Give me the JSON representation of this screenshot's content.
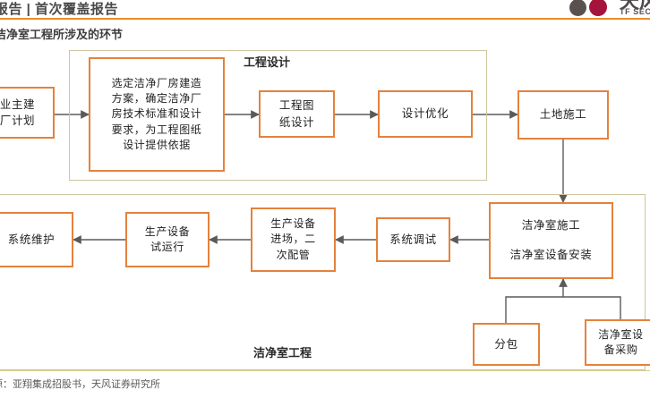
{
  "header": {
    "breadcrumb": "报告 | 首次覆盖报告",
    "figure_caption": "洁净室工程所涉及的环节",
    "rule_color": "#ED8B2B"
  },
  "brand": {
    "name_cn": "天风",
    "name_en": "TF SECURITIES",
    "logo_icon": "tf-securities-logo-icon",
    "colors": {
      "orange": "#F08A1C",
      "maroon": "#A5143C",
      "gray": "#59514E"
    }
  },
  "diagram": {
    "type": "flowchart",
    "groups": [
      {
        "id": "engineering-design",
        "label": "工程设计"
      },
      {
        "id": "cleanroom-engineering",
        "label": "洁净室工程"
      }
    ],
    "node_border_color": "#E4823C",
    "group_border_color": "#CFC5A0",
    "nodes": [
      {
        "id": "owner-plan",
        "label": "业主建\n厂计划"
      },
      {
        "id": "select-scheme",
        "label": "选定洁净厂房建造\n方案，确定洁净厂\n房技术标准和设计\n要求，为工程图纸\n设计提供依据"
      },
      {
        "id": "drawing-design",
        "label": "工程图\n纸设计"
      },
      {
        "id": "design-optimization",
        "label": "设计优化"
      },
      {
        "id": "land-construction",
        "label": "土地施工"
      },
      {
        "id": "cleanroom-construction",
        "label_line1": "洁净室施工",
        "label_line2": "洁净室设备安装"
      },
      {
        "id": "system-commissioning",
        "label": "系统调试"
      },
      {
        "id": "equipment-entry",
        "label": "生产设备\n进场，二\n次配管"
      },
      {
        "id": "equipment-trial",
        "label": "生产设备\n试运行"
      },
      {
        "id": "system-maintenance",
        "label": "系统维护"
      },
      {
        "id": "subcontracting",
        "label": "分包"
      },
      {
        "id": "equipment-purchase",
        "label": "洁净室设\n备采购"
      }
    ],
    "edges": [
      {
        "from": "owner-plan",
        "to": "select-scheme"
      },
      {
        "from": "select-scheme",
        "to": "drawing-design"
      },
      {
        "from": "drawing-design",
        "to": "design-optimization"
      },
      {
        "from": "design-optimization",
        "to": "land-construction"
      },
      {
        "from": "land-construction",
        "to": "cleanroom-construction"
      },
      {
        "from": "cleanroom-construction",
        "to": "system-commissioning"
      },
      {
        "from": "system-commissioning",
        "to": "equipment-entry"
      },
      {
        "from": "equipment-entry",
        "to": "equipment-trial"
      },
      {
        "from": "equipment-trial",
        "to": "system-maintenance"
      },
      {
        "from": "subcontracting",
        "to": "cleanroom-construction"
      },
      {
        "from": "equipment-purchase",
        "to": "cleanroom-construction"
      }
    ]
  },
  "footer": {
    "source": "源：亚翔集成招股书，天风证券研究所"
  }
}
